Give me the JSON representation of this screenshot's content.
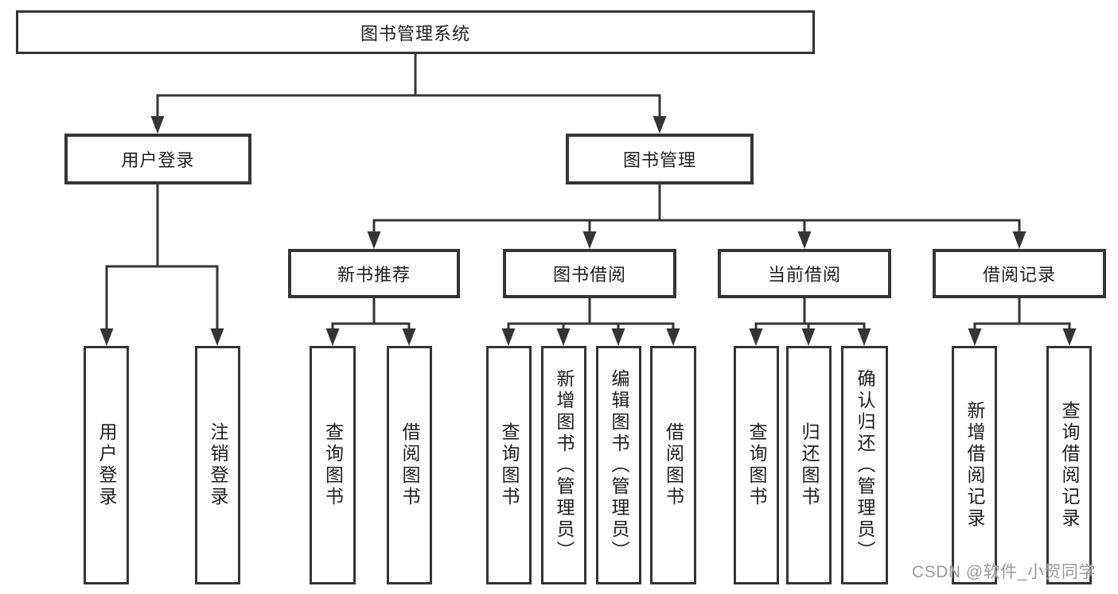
{
  "diagram": {
    "tree": {
      "root": "图书管理系统",
      "user_login": {
        "label": "用户登录",
        "children": [
          "用户登录",
          "注销登录"
        ]
      },
      "book_management": {
        "label": "图书管理",
        "sections": [
          {
            "label": "新书推荐",
            "children": [
              "查询图书",
              "借阅图书"
            ]
          },
          {
            "label": "图书借阅",
            "children": [
              "查询图书",
              "新增图书（管理员）",
              "编辑图书（管理员）",
              "借阅图书"
            ]
          },
          {
            "label": "当前借阅",
            "children": [
              "查询图书",
              "归还图书",
              "确认归还（管理员）"
            ]
          },
          {
            "label": "借阅记录",
            "children": [
              "新增借阅记录",
              "查询借阅记录"
            ]
          }
        ]
      }
    },
    "watermark": "CSDN @软件_小贺同学",
    "colors": {
      "line": "#343434",
      "text": "#1e1e1e",
      "watermark": "#9a9a9a",
      "background": "#ffffff"
    }
  }
}
